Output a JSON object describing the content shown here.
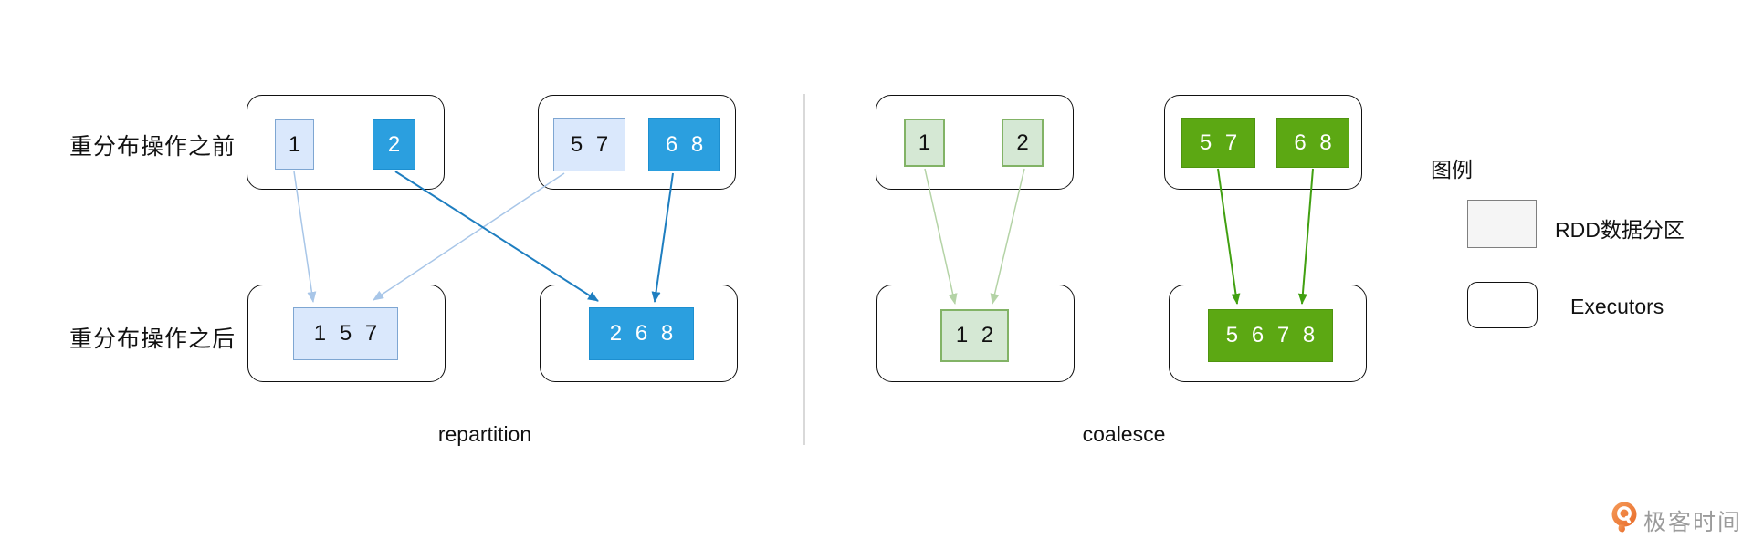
{
  "row_labels": {
    "before": "重分布操作之前",
    "after": "重分布操作之后"
  },
  "repartition": {
    "caption": "repartition",
    "before": {
      "executor1": {
        "partition1": "1",
        "partition2": "2"
      },
      "executor2": {
        "partition1": "5 7",
        "partition2": "6 8"
      }
    },
    "after": {
      "executor1": {
        "partition": "1 5 7"
      },
      "executor2": {
        "partition": "2 6 8"
      }
    }
  },
  "coalesce": {
    "caption": "coalesce",
    "before": {
      "executor1": {
        "partition1": "1",
        "partition2": "2"
      },
      "executor2": {
        "partition1": "5 7",
        "partition2": "6 8"
      }
    },
    "after": {
      "executor1": {
        "partition": "1 2"
      },
      "executor2": {
        "partition": "5 6 7 8"
      }
    }
  },
  "legend": {
    "title": "图例",
    "items": [
      {
        "label": "RDD数据分区"
      },
      {
        "label": "Executors"
      }
    ]
  },
  "watermark": {
    "text": "极客时间"
  },
  "colors": {
    "partition_blue_light": "#dae8fc",
    "partition_blue_light_border": "#7ea6d2",
    "partition_blue_dark": "#2b9fdf",
    "partition_green_light": "#d5e8d4",
    "partition_green_light_border": "#82b366",
    "partition_green_dark": "#5ca813",
    "arrow_blue_light": "#a8c6e8",
    "arrow_blue_dark": "#1e7ec0",
    "arrow_green_light": "#b4d3a6",
    "arrow_green_dark": "#41a011",
    "executor_border": "#111111",
    "legend_partition_fill": "#f5f5f5",
    "divider_gray": "#d9d9d9",
    "logo_orange": "#ed7b2f",
    "logo_text_gray": "#9b9b9b"
  }
}
